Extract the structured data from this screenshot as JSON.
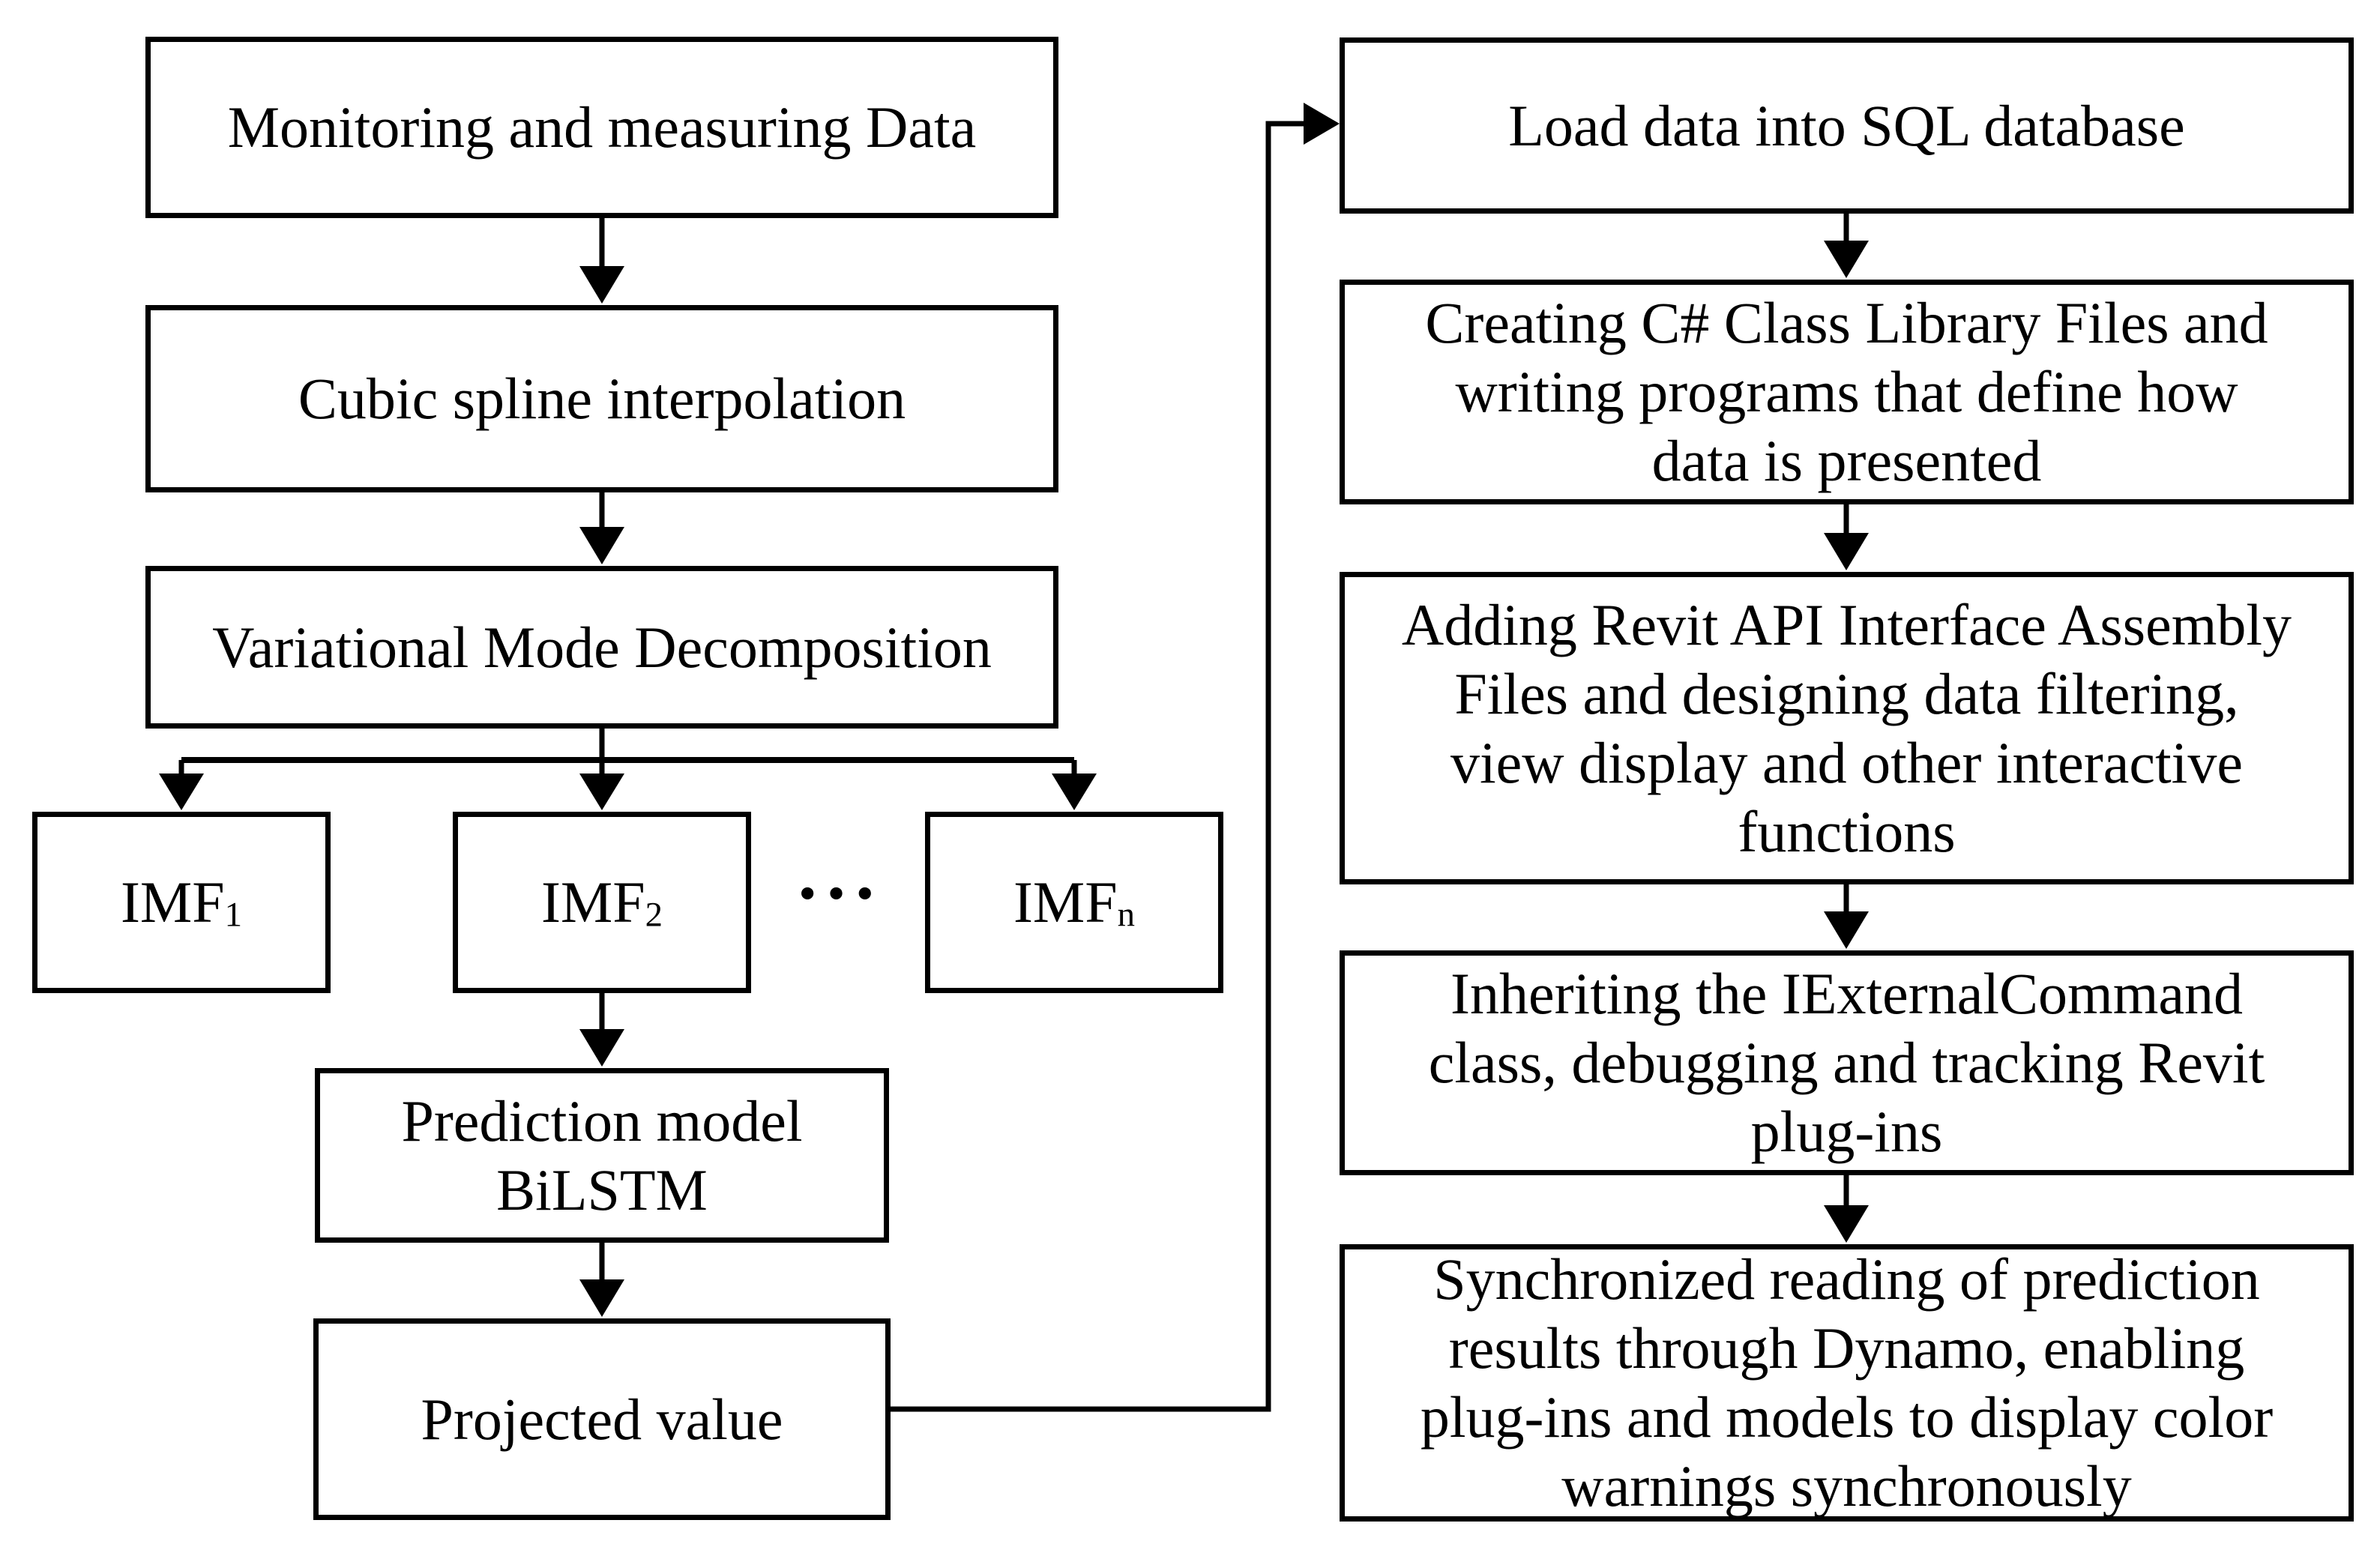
{
  "figure": {
    "background_color": "#ffffff",
    "line_color": "#000000",
    "ellipsis": "···"
  },
  "boxes": {
    "monitoring": {
      "label": "Monitoring and measuring Data"
    },
    "cubic": {
      "label": "Cubic spline interpolation"
    },
    "vmd": {
      "label": "Variational Mode Decomposition"
    },
    "imf1": {
      "base": "IMF",
      "sub": "1"
    },
    "imf2": {
      "base": "IMF",
      "sub": "2"
    },
    "imfn": {
      "base": "IMF",
      "sub": "n"
    },
    "prediction": {
      "lines": [
        "Prediction model",
        "BiLSTM"
      ]
    },
    "projected": {
      "label": "Projected value"
    },
    "sql": {
      "label": "Load data into SQL database"
    },
    "csharp": {
      "lines": [
        "Creating C# Class Library Files and",
        "writing programs that define how",
        "data is presented"
      ]
    },
    "revit": {
      "lines": [
        "Adding Revit API Interface Assembly",
        "Files and designing data filtering,",
        "view display and other interactive",
        "functions"
      ]
    },
    "inherit": {
      "lines": [
        "Inheriting the IExternalCommand",
        "class, debugging and tracking Revit",
        "plug-ins"
      ]
    },
    "sync": {
      "lines": [
        "Synchronized reading of prediction",
        "results through Dynamo, enabling",
        "plug-ins and models to display color",
        "warnings synchronously"
      ]
    }
  }
}
